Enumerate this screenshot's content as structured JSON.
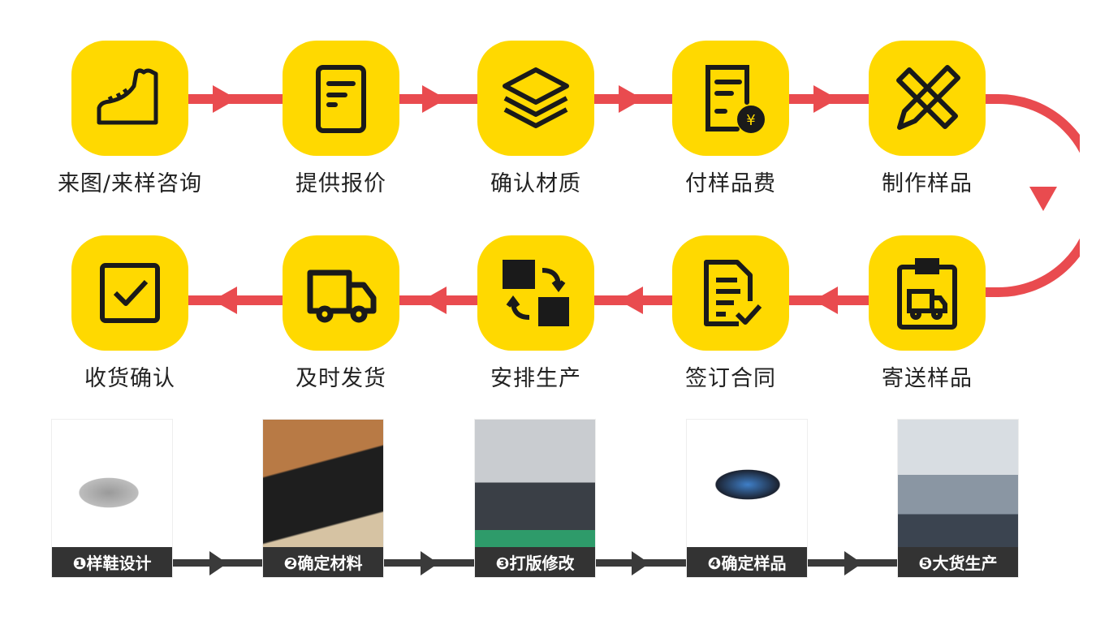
{
  "colors": {
    "yellow": "#ffd900",
    "red": "#e94b4f",
    "dark": "#333333"
  },
  "row1": [
    {
      "label": "来图/来样咨询",
      "icon": "shoe-icon"
    },
    {
      "label": "提供报价",
      "icon": "document-icon"
    },
    {
      "label": "确认材质",
      "icon": "layers-icon"
    },
    {
      "label": "付样品费",
      "icon": "invoice-yen-icon"
    },
    {
      "label": "制作样品",
      "icon": "pencil-ruler-icon"
    }
  ],
  "row2": [
    {
      "label": "寄送样品",
      "icon": "clipboard-truck-icon"
    },
    {
      "label": "签订合同",
      "icon": "contract-check-icon"
    },
    {
      "label": "安排生产",
      "icon": "box-exchange-icon"
    },
    {
      "label": "及时发货",
      "icon": "truck-icon"
    },
    {
      "label": "收货确认",
      "icon": "checkbox-icon"
    }
  ],
  "photos": [
    {
      "caption": "❶样鞋设计"
    },
    {
      "caption": "❷确定材料"
    },
    {
      "caption": "❸打版修改"
    },
    {
      "caption": "❹确定样品"
    },
    {
      "caption": "❺大货生产"
    }
  ]
}
